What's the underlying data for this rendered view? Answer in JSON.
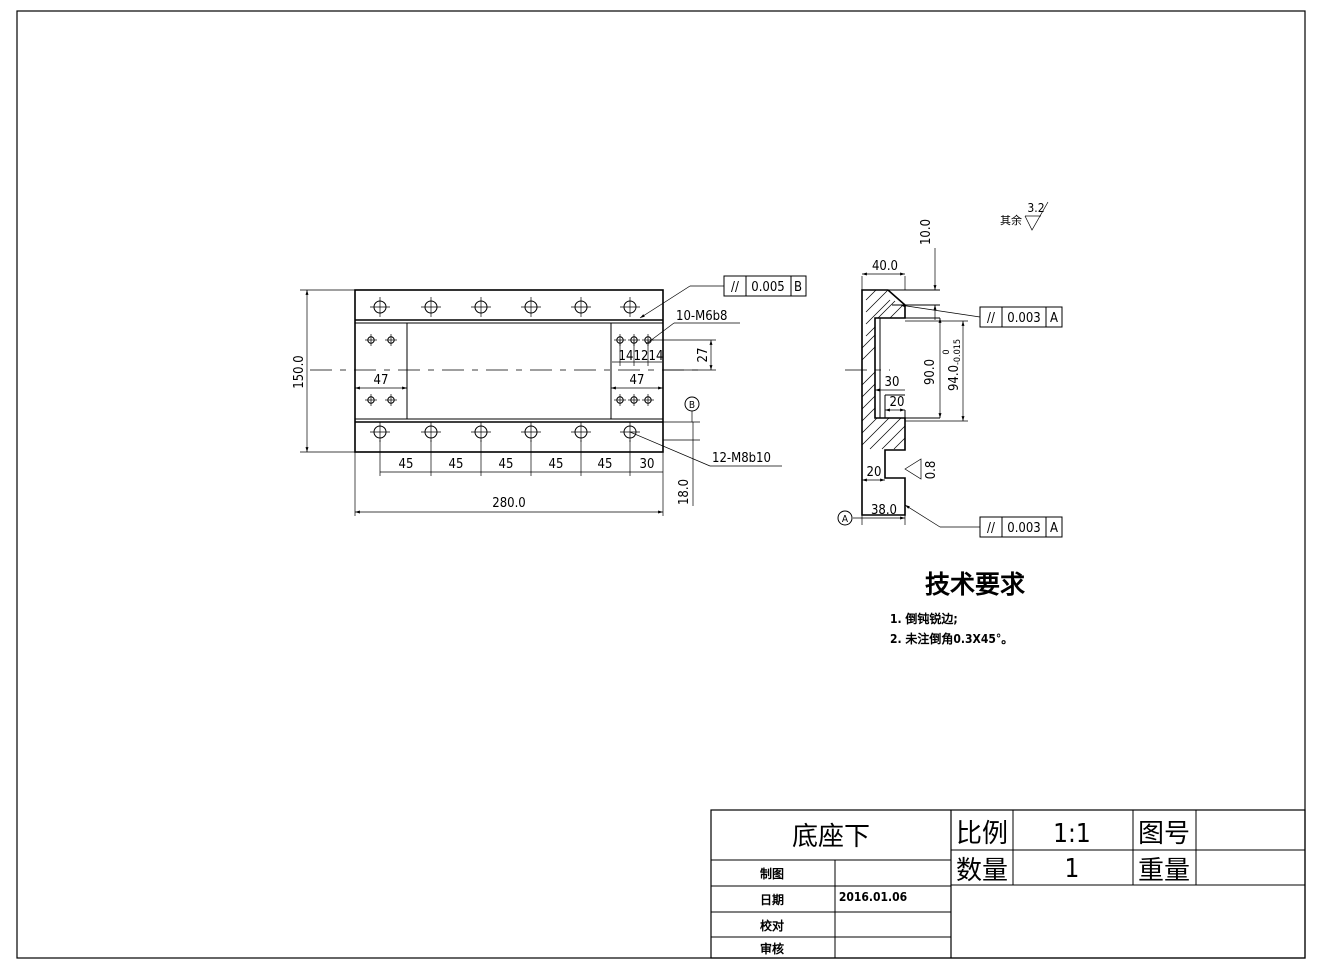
{
  "title_block": {
    "part_name": "底座下",
    "scale_label": "比例",
    "scale_value": "1:1",
    "drawing_no_label": "图号",
    "drawing_no_value": "",
    "quantity_label": "数量",
    "quantity_value": "1",
    "weight_label": "重量",
    "weight_value": "",
    "drawn_label": "制图",
    "date_label": "日期",
    "date_value": "2016.01.06",
    "checked_label": "校对",
    "approved_label": "审核"
  },
  "notes": {
    "heading": "技术要求",
    "items": [
      "1. 倒钝锐边;",
      "2. 未注倒角0.3X45°。"
    ]
  },
  "roughness": {
    "other_label": "其余",
    "other_value": "3.2",
    "face_value": "0.8"
  },
  "front_view": {
    "overall_width": "280.0",
    "overall_height": "150.0",
    "hole_spacing": [
      "45",
      "45",
      "45",
      "45",
      "45",
      "30"
    ],
    "pad_width_left": "47",
    "pad_width_right": "47",
    "small_hole_spacing": [
      "14",
      "12",
      "14"
    ],
    "small_hole_offset": "27",
    "edge_offset": "18.0",
    "small_thread_callout": "10-M6b8",
    "large_thread_callout": "12-M8b10",
    "parallelism": {
      "symbol": "//",
      "tolerance": "0.005",
      "datum": "B"
    },
    "datum_label": "B"
  },
  "side_view": {
    "top_width": "40.0",
    "slot_depth": "10.0",
    "inner_height": "90.0",
    "height_nominal": "94.0",
    "height_tol_upper": "0",
    "height_tol_lower": "-0.015",
    "step_30": "30",
    "step_20_inner": "20",
    "step_20_base": "20",
    "base_width": "38.0",
    "datum_label": "A",
    "parallelism_top": {
      "symbol": "//",
      "tolerance": "0.003",
      "datum": "A"
    },
    "parallelism_bottom": {
      "symbol": "//",
      "tolerance": "0.003",
      "datum": "A"
    }
  }
}
